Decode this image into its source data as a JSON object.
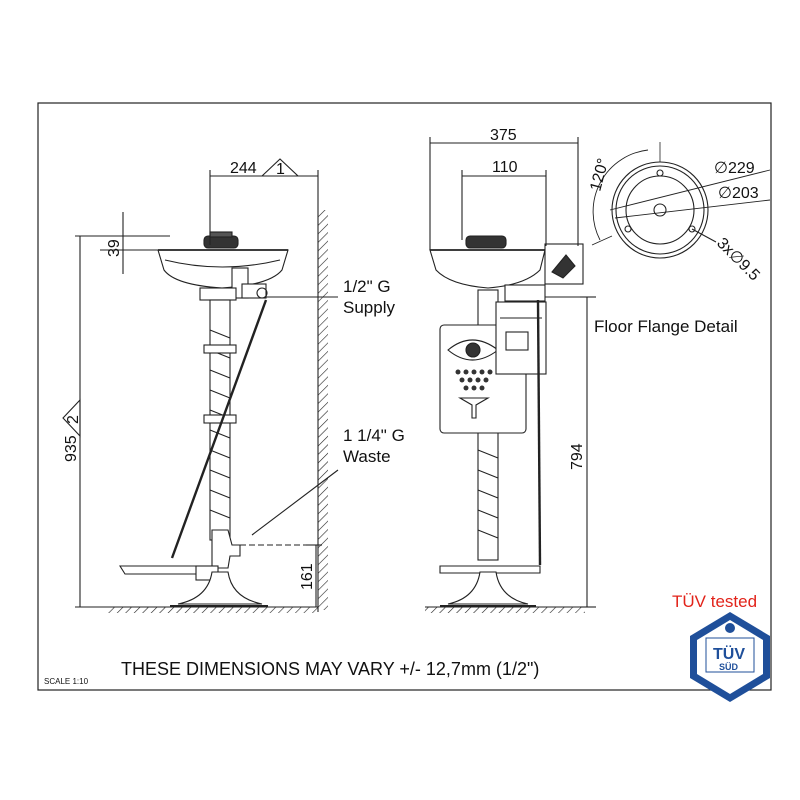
{
  "dimensions": {
    "width_244": "244",
    "rev_1": "1",
    "height_39": "39",
    "height_935": "935",
    "rev_2": "2",
    "height_161": "161",
    "width_375": "375",
    "width_110": "110",
    "height_794": "794",
    "angle_120": "120°",
    "dia_229": "∅229",
    "dia_203": "∅203",
    "holes": "3x∅9.5"
  },
  "labels": {
    "supply_line1": "1/2\" G",
    "supply_line2": "Supply",
    "waste_line1": "1 1/4\" G",
    "waste_line2": "Waste",
    "floor_flange": "Floor Flange Detail"
  },
  "notes": {
    "tolerance": "THESE DIMENSIONS MAY VARY +/- 12,7mm (1/2\")",
    "scale": "SCALE 1:10"
  },
  "certification": {
    "tuv_tested": "TÜV tested",
    "badge_main": "TÜV",
    "badge_sub": "SÜD",
    "red": "#e2231a",
    "badge_blue": "#1f4f9a"
  }
}
